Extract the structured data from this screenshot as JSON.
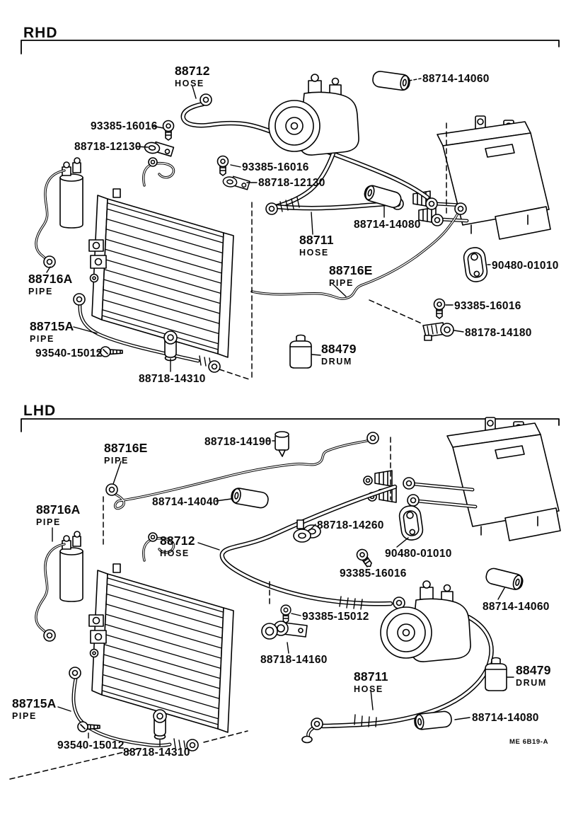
{
  "doc": {
    "bg": "#ffffff",
    "ink": "#000000",
    "footer_code": "ME  6B19-A"
  },
  "rhd": {
    "header": "RHD",
    "labels": [
      {
        "part": "88712",
        "sub": "HOSE"
      },
      {
        "part": "88714-14060"
      },
      {
        "part": "93385-16016"
      },
      {
        "part": "88718-12130"
      },
      {
        "part": "93385-16016"
      },
      {
        "part": "88718-12130"
      },
      {
        "part": "88714-14080"
      },
      {
        "part": "88711",
        "sub": "HOSE"
      },
      {
        "part": "88716E",
        "sub": "PIPE"
      },
      {
        "part": "90480-01010"
      },
      {
        "part": "93385-16016"
      },
      {
        "part": "88178-14180"
      },
      {
        "part": "88716A",
        "sub": "PIPE"
      },
      {
        "part": "88715A",
        "sub": "PIPE"
      },
      {
        "part": "93540-15012"
      },
      {
        "part": "88718-14310"
      },
      {
        "part": "88479",
        "sub": "DRUM"
      }
    ]
  },
  "lhd": {
    "header": "LHD",
    "labels": [
      {
        "part": "88716E",
        "sub": "PIPE"
      },
      {
        "part": "88718-14190"
      },
      {
        "part": "88714-14040"
      },
      {
        "part": "88716A",
        "sub": "PIPE"
      },
      {
        "part": "88712",
        "sub": "HOSE"
      },
      {
        "part": "88718-14260"
      },
      {
        "part": "90480-01010"
      },
      {
        "part": "93385-16016"
      },
      {
        "part": "88714-14060"
      },
      {
        "part": "93385-15012"
      },
      {
        "part": "88718-14160"
      },
      {
        "part": "88711",
        "sub": "HOSE"
      },
      {
        "part": "88479",
        "sub": "DRUM"
      },
      {
        "part": "88714-14080"
      },
      {
        "part": "88715A",
        "sub": "PIPE"
      },
      {
        "part": "93540-15012"
      },
      {
        "part": "88718-14310"
      }
    ]
  }
}
